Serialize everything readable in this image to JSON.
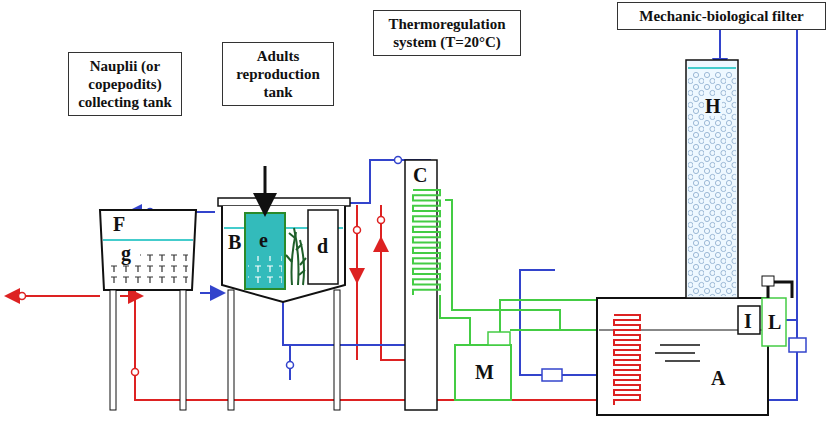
{
  "diagram": {
    "nodes": [
      {
        "text": [
          "Nauplii (or copepodits) collecting tank"
        ]
      },
      {
        "text": [
          "Adults reproduction tank"
        ]
      },
      {
        "text": [
          "Thermoregulation system (T=20°C)"
        ]
      },
      {
        "text": [
          "Mechanic-biological filter"
        ]
      }
    ],
    "labels": [
      "F",
      "g",
      "B",
      "e",
      "d",
      "C",
      "H",
      "I",
      "L",
      "M",
      "A"
    ]
  }
}
